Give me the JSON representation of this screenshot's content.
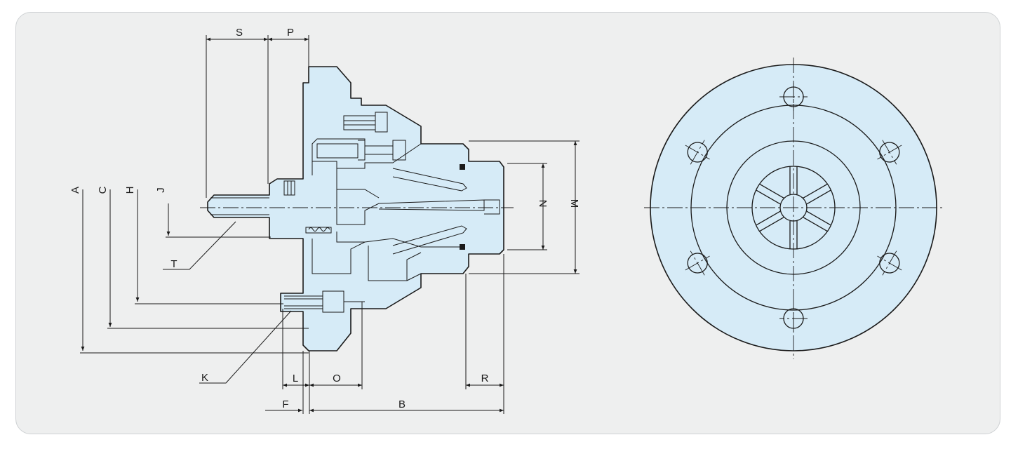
{
  "side_view": {
    "labels": {
      "S": "S",
      "P": "P",
      "A": "A",
      "C": "C",
      "H": "H",
      "J": "J",
      "T": "T",
      "K": "K",
      "N": "N",
      "M": "M",
      "L": "L",
      "O": "O",
      "R": "R",
      "F": "F",
      "B": "B"
    }
  },
  "front_view": {
    "jaw_slot_count": 6,
    "mounting_hole_count": 6
  },
  "colors": {
    "part_fill": "#d6ebf7",
    "panel_background": "#eeefef",
    "line": "#1a1a1a"
  }
}
